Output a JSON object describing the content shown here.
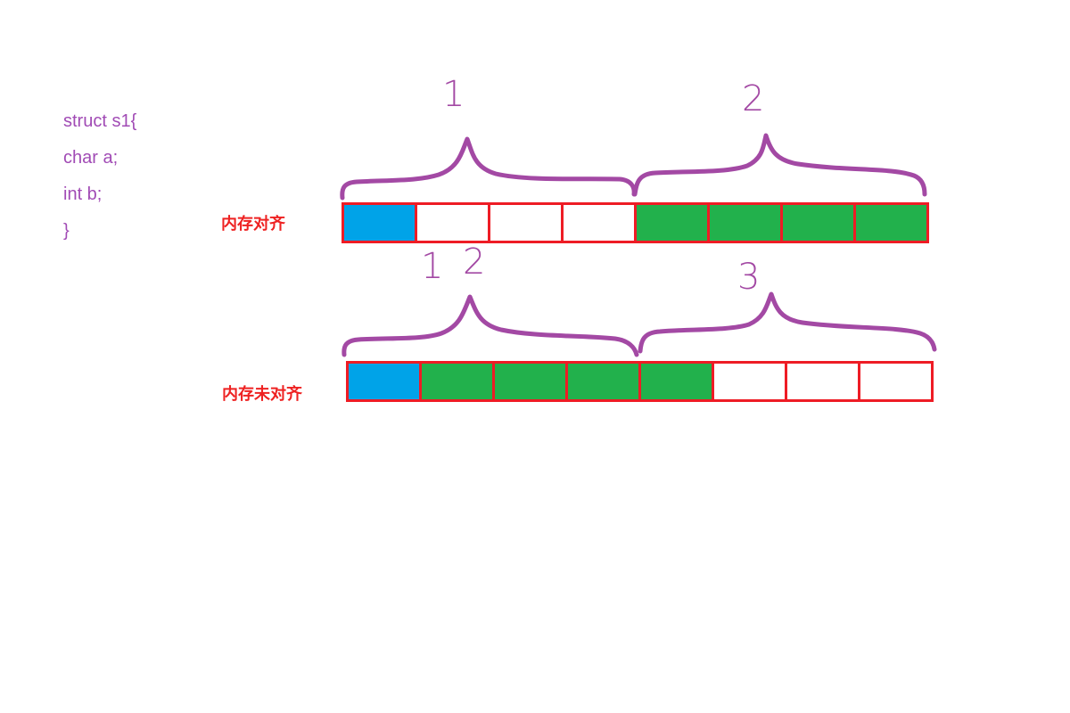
{
  "code": {
    "line1": "struct s1{",
    "line2": "char a;",
    "line3": "int b;",
    "line4": "}"
  },
  "rows": {
    "aligned": {
      "label": "内存对齐",
      "cells": [
        "blue",
        "white",
        "white",
        "white",
        "green",
        "green",
        "green",
        "green"
      ],
      "group_numbers": [
        "1",
        "2"
      ]
    },
    "unaligned": {
      "label": "内存未对齐",
      "cells": [
        "blue",
        "green",
        "green",
        "green",
        "green",
        "white",
        "white",
        "white"
      ],
      "group_numbers": [
        "1",
        "2",
        "3"
      ]
    }
  },
  "colors": {
    "blue": "#00a3e8",
    "green": "#22b14c",
    "white": "#ffffff",
    "border": "#ee1c25",
    "annotation": "#a349a4",
    "label": "#ee2222"
  }
}
